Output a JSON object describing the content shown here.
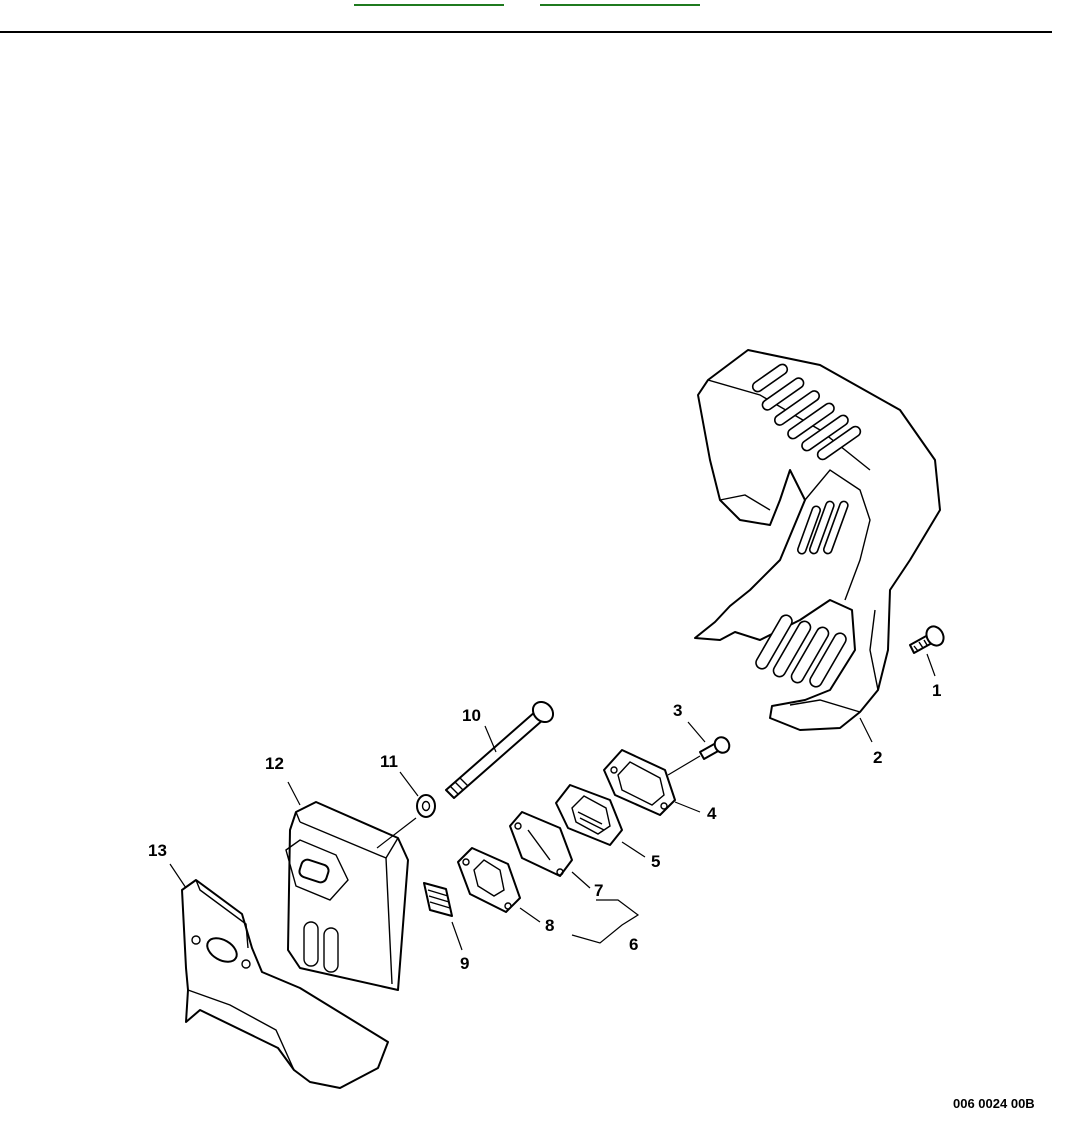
{
  "colors": {
    "link": "#1f7a1f",
    "line": "#000000"
  },
  "nav": {
    "links": [
      "",
      ""
    ]
  },
  "diagram": {
    "labels": {
      "p1": "1",
      "p2": "2",
      "p3": "3",
      "p4": "4",
      "p5": "5",
      "p6": "6",
      "p7": "7",
      "p8": "8",
      "p9": "9",
      "p10": "10",
      "p11": "11",
      "p12": "12",
      "p13": "13"
    },
    "drawing_code": "006 0024 00B"
  }
}
